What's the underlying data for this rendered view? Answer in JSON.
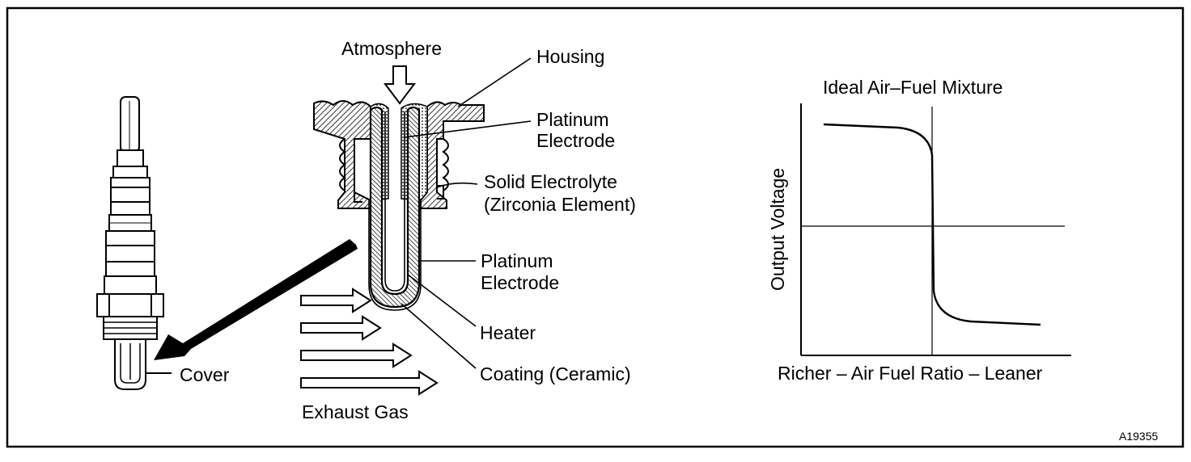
{
  "labels": {
    "atmosphere": "Atmosphere",
    "housing": "Housing",
    "platinum_electrode_upper_1": "Platinum",
    "platinum_electrode_upper_2": "Electrode",
    "solid_electrolyte_1": "Solid Electrolyte",
    "solid_electrolyte_2": "(Zirconia Element)",
    "platinum_electrode_lower_1": "Platinum",
    "platinum_electrode_lower_2": "Electrode",
    "heater": "Heater",
    "coating": "Coating (Ceramic)",
    "cover": "Cover",
    "exhaust_gas": "Exhaust Gas"
  },
  "graph": {
    "title": "Ideal Air–Fuel Mixture",
    "ylabel": "Output Voltage",
    "xlabel": "Richer – Air Fuel Ratio – Leaner"
  },
  "figure_id": "A19355"
}
